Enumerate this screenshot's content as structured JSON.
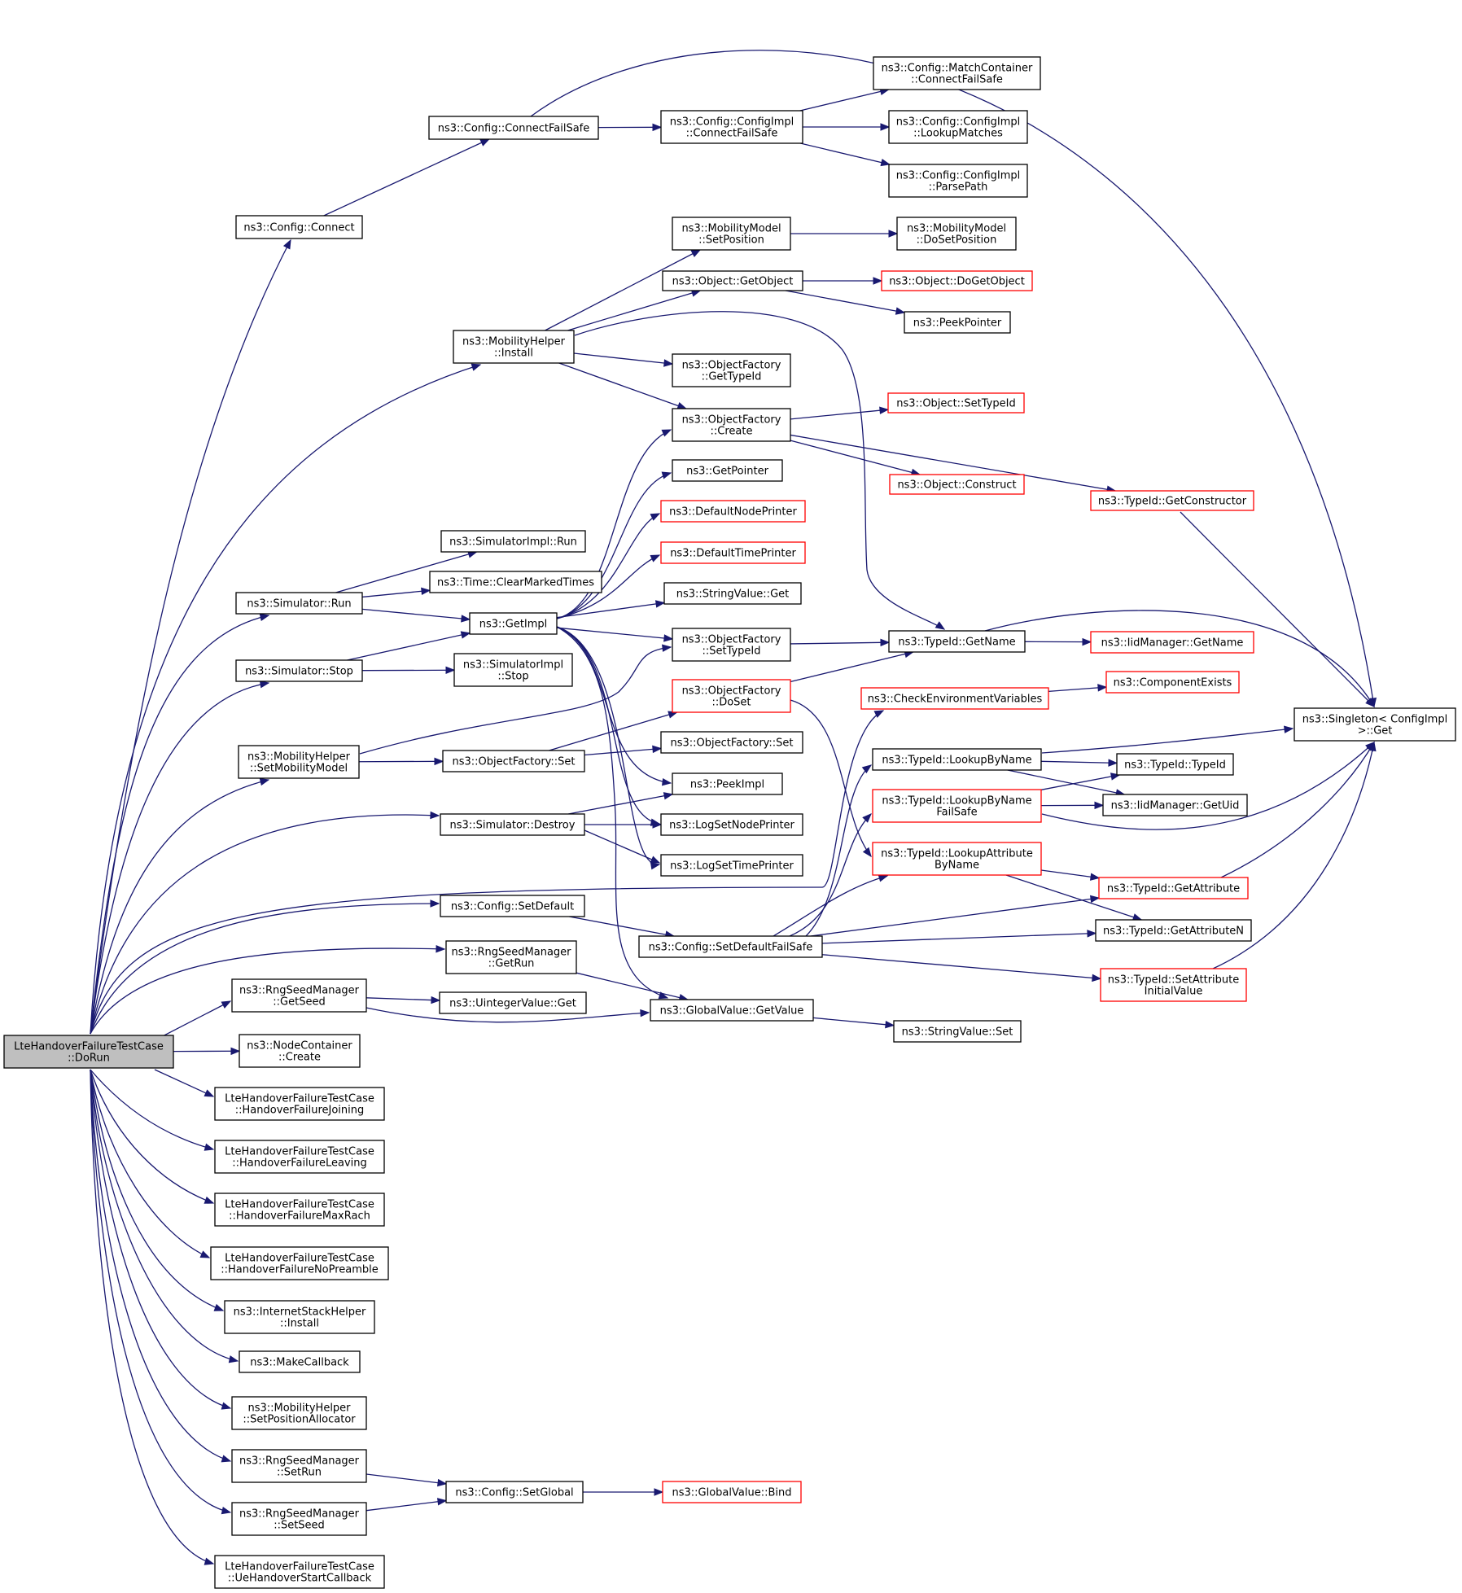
{
  "diagram": {
    "type": "call-graph",
    "colors": {
      "edge": "#191970",
      "incomplete_node_border": "#ff0000",
      "node_border": "#000000",
      "root_fill": "#bfbfbf"
    },
    "nodes": [
      {
        "id": "root",
        "lines": [
          "LteHandoverFailureTestCase",
          "::DoRun"
        ],
        "style": "root"
      },
      {
        "id": "cfg_connect",
        "lines": [
          "ns3::Config::Connect"
        ]
      },
      {
        "id": "cfg_connectfs",
        "lines": [
          "ns3::Config::ConnectFailSafe"
        ]
      },
      {
        "id": "cfgimpl_connectfs",
        "lines": [
          "ns3::Config::ConfigImpl",
          "::ConnectFailSafe"
        ]
      },
      {
        "id": "matchcont",
        "lines": [
          "ns3::Config::MatchContainer",
          "::ConnectFailSafe"
        ]
      },
      {
        "id": "cfgimpl_lookup",
        "lines": [
          "ns3::Config::ConfigImpl",
          "::LookupMatches"
        ]
      },
      {
        "id": "cfgimpl_parse",
        "lines": [
          "ns3::Config::ConfigImpl",
          "::ParsePath"
        ]
      },
      {
        "id": "singleton_get",
        "lines": [
          "ns3::Singleton< ConfigImpl",
          ">::Get"
        ]
      },
      {
        "id": "mobmodel_setpos",
        "lines": [
          "ns3::MobilityModel",
          "::SetPosition"
        ]
      },
      {
        "id": "mobmodel_dosetpos",
        "lines": [
          "ns3::MobilityModel",
          "::DoSetPosition"
        ]
      },
      {
        "id": "obj_getobject",
        "lines": [
          "ns3::Object::GetObject"
        ]
      },
      {
        "id": "obj_dogetobject",
        "lines": [
          "ns3::Object::DoGetObject"
        ],
        "style": "red"
      },
      {
        "id": "peekpointer",
        "lines": [
          "ns3::PeekPointer"
        ]
      },
      {
        "id": "mobhelper_install",
        "lines": [
          "ns3::MobilityHelper",
          "::Install"
        ]
      },
      {
        "id": "objfac_gettypeid",
        "lines": [
          "ns3::ObjectFactory",
          "::GetTypeId"
        ]
      },
      {
        "id": "objfac_create",
        "lines": [
          "ns3::ObjectFactory",
          "::Create"
        ]
      },
      {
        "id": "obj_settypeid",
        "lines": [
          "ns3::Object::SetTypeId"
        ],
        "style": "red"
      },
      {
        "id": "getpointer",
        "lines": [
          "ns3::GetPointer"
        ]
      },
      {
        "id": "obj_construct",
        "lines": [
          "ns3::Object::Construct"
        ],
        "style": "red"
      },
      {
        "id": "typeid_getctor",
        "lines": [
          "ns3::TypeId::GetConstructor"
        ],
        "style": "red"
      },
      {
        "id": "defnodeprinter",
        "lines": [
          "ns3::DefaultNodePrinter"
        ],
        "style": "red"
      },
      {
        "id": "simimpl_run",
        "lines": [
          "ns3::SimulatorImpl::Run"
        ]
      },
      {
        "id": "deftimeprinter",
        "lines": [
          "ns3::DefaultTimePrinter"
        ],
        "style": "red"
      },
      {
        "id": "time_clear",
        "lines": [
          "ns3::Time::ClearMarkedTimes"
        ]
      },
      {
        "id": "sim_run",
        "lines": [
          "ns3::Simulator::Run"
        ]
      },
      {
        "id": "strval_get",
        "lines": [
          "ns3::StringValue::Get"
        ]
      },
      {
        "id": "getimpl",
        "lines": [
          "ns3::GetImpl"
        ]
      },
      {
        "id": "objfac_settypeid",
        "lines": [
          "ns3::ObjectFactory",
          "::SetTypeId"
        ]
      },
      {
        "id": "typeid_getname",
        "lines": [
          "ns3::TypeId::GetName"
        ]
      },
      {
        "id": "iidmgr_getname",
        "lines": [
          "ns3::IidManager::GetName"
        ],
        "style": "red"
      },
      {
        "id": "simimpl_stop",
        "lines": [
          "ns3::SimulatorImpl",
          "::Stop"
        ]
      },
      {
        "id": "sim_stop",
        "lines": [
          "ns3::Simulator::Stop"
        ]
      },
      {
        "id": "componentexists",
        "lines": [
          "ns3::ComponentExists"
        ],
        "style": "red"
      },
      {
        "id": "objfac_doset",
        "lines": [
          "ns3::ObjectFactory",
          "::DoSet"
        ],
        "style": "red"
      },
      {
        "id": "checkenv",
        "lines": [
          "ns3::CheckEnvironmentVariables"
        ],
        "style": "red"
      },
      {
        "id": "mobhelper_setmob",
        "lines": [
          "ns3::MobilityHelper",
          "::SetMobilityModel"
        ]
      },
      {
        "id": "objfac_set2",
        "lines": [
          "ns3::ObjectFactory::Set"
        ]
      },
      {
        "id": "typeid_lookupbyname",
        "lines": [
          "ns3::TypeId::LookupByName"
        ]
      },
      {
        "id": "objfac_set1",
        "lines": [
          "ns3::ObjectFactory::Set"
        ]
      },
      {
        "id": "typeid_typeid",
        "lines": [
          "ns3::TypeId::TypeId"
        ]
      },
      {
        "id": "peekimpl",
        "lines": [
          "ns3::PeekImpl"
        ]
      },
      {
        "id": "typeid_lookupfs",
        "lines": [
          "ns3::TypeId::LookupByName",
          "FailSafe"
        ],
        "style": "red"
      },
      {
        "id": "iidmgr_getuid",
        "lines": [
          "ns3::IidManager::GetUid"
        ]
      },
      {
        "id": "sim_destroy",
        "lines": [
          "ns3::Simulator::Destroy"
        ]
      },
      {
        "id": "logsetnode",
        "lines": [
          "ns3::LogSetNodePrinter"
        ]
      },
      {
        "id": "typeid_lookupattr",
        "lines": [
          "ns3::TypeId::LookupAttribute",
          "ByName"
        ],
        "style": "red"
      },
      {
        "id": "logsettime",
        "lines": [
          "ns3::LogSetTimePrinter"
        ]
      },
      {
        "id": "typeid_getattr",
        "lines": [
          "ns3::TypeId::GetAttribute"
        ],
        "style": "red"
      },
      {
        "id": "cfg_setdefault",
        "lines": [
          "ns3::Config::SetDefault"
        ]
      },
      {
        "id": "cfg_setdefaultfs",
        "lines": [
          "ns3::Config::SetDefaultFailSafe"
        ]
      },
      {
        "id": "typeid_getattrn",
        "lines": [
          "ns3::TypeId::GetAttributeN"
        ]
      },
      {
        "id": "rng_getrun",
        "lines": [
          "ns3::RngSeedManager",
          "::GetRun"
        ]
      },
      {
        "id": "typeid_setattrinit",
        "lines": [
          "ns3::TypeId::SetAttribute",
          "InitialValue"
        ],
        "style": "red"
      },
      {
        "id": "rng_getseed",
        "lines": [
          "ns3::RngSeedManager",
          "::GetSeed"
        ]
      },
      {
        "id": "uintval_get",
        "lines": [
          "ns3::UintegerValue::Get"
        ]
      },
      {
        "id": "gv_getvalue",
        "lines": [
          "ns3::GlobalValue::GetValue"
        ]
      },
      {
        "id": "strval_set",
        "lines": [
          "ns3::StringValue::Set"
        ]
      },
      {
        "id": "nodecont_create",
        "lines": [
          "ns3::NodeContainer",
          "::Create"
        ]
      },
      {
        "id": "hf_joining",
        "lines": [
          "LteHandoverFailureTestCase",
          "::HandoverFailureJoining"
        ]
      },
      {
        "id": "hf_leaving",
        "lines": [
          "LteHandoverFailureTestCase",
          "::HandoverFailureLeaving"
        ]
      },
      {
        "id": "hf_maxrach",
        "lines": [
          "LteHandoverFailureTestCase",
          "::HandoverFailureMaxRach"
        ]
      },
      {
        "id": "hf_nopreamble",
        "lines": [
          "LteHandoverFailureTestCase",
          "::HandoverFailureNoPreamble"
        ]
      },
      {
        "id": "inet_install",
        "lines": [
          "ns3::InternetStackHelper",
          "::Install"
        ]
      },
      {
        "id": "makecallback",
        "lines": [
          "ns3::MakeCallback"
        ]
      },
      {
        "id": "mobhelper_setposalloc",
        "lines": [
          "ns3::MobilityHelper",
          "::SetPositionAllocator"
        ]
      },
      {
        "id": "rng_setrun",
        "lines": [
          "ns3::RngSeedManager",
          "::SetRun"
        ]
      },
      {
        "id": "cfg_setglobal",
        "lines": [
          "ns3::Config::SetGlobal"
        ]
      },
      {
        "id": "gv_bind",
        "lines": [
          "ns3::GlobalValue::Bind"
        ],
        "style": "red"
      },
      {
        "id": "rng_setseed",
        "lines": [
          "ns3::RngSeedManager",
          "::SetSeed"
        ]
      },
      {
        "id": "ue_hostart",
        "lines": [
          "LteHandoverFailureTestCase",
          "::UeHandoverStartCallback"
        ]
      }
    ],
    "edges": [
      [
        "root",
        "cfg_connect"
      ],
      [
        "root",
        "mobhelper_install"
      ],
      [
        "root",
        "sim_run"
      ],
      [
        "root",
        "sim_stop"
      ],
      [
        "root",
        "mobhelper_setmob"
      ],
      [
        "root",
        "sim_destroy"
      ],
      [
        "root",
        "checkenv"
      ],
      [
        "root",
        "cfg_setdefault"
      ],
      [
        "root",
        "rng_getrun"
      ],
      [
        "root",
        "rng_getseed"
      ],
      [
        "root",
        "nodecont_create"
      ],
      [
        "root",
        "hf_joining"
      ],
      [
        "root",
        "hf_leaving"
      ],
      [
        "root",
        "hf_maxrach"
      ],
      [
        "root",
        "hf_nopreamble"
      ],
      [
        "root",
        "inet_install"
      ],
      [
        "root",
        "makecallback"
      ],
      [
        "root",
        "mobhelper_setposalloc"
      ],
      [
        "root",
        "rng_setrun"
      ],
      [
        "root",
        "rng_setseed"
      ],
      [
        "root",
        "ue_hostart"
      ],
      [
        "cfg_connect",
        "cfg_connectfs"
      ],
      [
        "cfg_connectfs",
        "cfgimpl_connectfs"
      ],
      [
        "cfg_connectfs",
        "singleton_get"
      ],
      [
        "cfgimpl_connectfs",
        "matchcont"
      ],
      [
        "cfgimpl_connectfs",
        "cfgimpl_lookup"
      ],
      [
        "cfgimpl_connectfs",
        "cfgimpl_parse"
      ],
      [
        "mobhelper_install",
        "mobmodel_setpos"
      ],
      [
        "mobhelper_install",
        "obj_getobject"
      ],
      [
        "mobhelper_install",
        "typeid_getname"
      ],
      [
        "mobhelper_install",
        "objfac_gettypeid"
      ],
      [
        "mobhelper_install",
        "objfac_create"
      ],
      [
        "mobmodel_setpos",
        "mobmodel_dosetpos"
      ],
      [
        "obj_getobject",
        "obj_dogetobject"
      ],
      [
        "obj_getobject",
        "peekpointer"
      ],
      [
        "objfac_create",
        "obj_settypeid"
      ],
      [
        "objfac_create",
        "obj_construct"
      ],
      [
        "objfac_create",
        "typeid_getctor"
      ],
      [
        "typeid_getctor",
        "singleton_get"
      ],
      [
        "sim_run",
        "simimpl_run"
      ],
      [
        "sim_run",
        "time_clear"
      ],
      [
        "sim_run",
        "getimpl"
      ],
      [
        "sim_stop",
        "getimpl"
      ],
      [
        "sim_stop",
        "simimpl_stop"
      ],
      [
        "getimpl",
        "objfac_create"
      ],
      [
        "getimpl",
        "getpointer"
      ],
      [
        "getimpl",
        "defnodeprinter"
      ],
      [
        "getimpl",
        "deftimeprinter"
      ],
      [
        "getimpl",
        "strval_get"
      ],
      [
        "getimpl",
        "objfac_settypeid"
      ],
      [
        "getimpl",
        "peekimpl"
      ],
      [
        "getimpl",
        "logsetnode"
      ],
      [
        "getimpl",
        "logsettime"
      ],
      [
        "getimpl",
        "gv_getvalue"
      ],
      [
        "objfac_settypeid",
        "typeid_getname"
      ],
      [
        "typeid_getname",
        "iidmgr_getname"
      ],
      [
        "typeid_getname",
        "singleton_get"
      ],
      [
        "mobhelper_setmob",
        "objfac_settypeid"
      ],
      [
        "mobhelper_setmob",
        "objfac_set2"
      ],
      [
        "objfac_set2",
        "objfac_doset"
      ],
      [
        "objfac_set2",
        "objfac_set1"
      ],
      [
        "objfac_doset",
        "typeid_getname"
      ],
      [
        "objfac_doset",
        "typeid_lookupattr"
      ],
      [
        "checkenv",
        "componentexists"
      ],
      [
        "typeid_lookupbyname",
        "singleton_get"
      ],
      [
        "typeid_lookupbyname",
        "typeid_typeid"
      ],
      [
        "typeid_lookupbyname",
        "iidmgr_getuid"
      ],
      [
        "typeid_lookupfs",
        "typeid_typeid"
      ],
      [
        "typeid_lookupfs",
        "iidmgr_getuid"
      ],
      [
        "typeid_lookupfs",
        "singleton_get"
      ],
      [
        "sim_destroy",
        "peekimpl"
      ],
      [
        "sim_destroy",
        "logsetnode"
      ],
      [
        "sim_destroy",
        "logsettime"
      ],
      [
        "typeid_lookupattr",
        "typeid_getattr"
      ],
      [
        "typeid_lookupattr",
        "typeid_getattrn"
      ],
      [
        "typeid_getattr",
        "singleton_get"
      ],
      [
        "cfg_setdefault",
        "cfg_setdefaultfs"
      ],
      [
        "cfg_setdefaultfs",
        "typeid_lookupbyname"
      ],
      [
        "cfg_setdefaultfs",
        "typeid_lookupfs"
      ],
      [
        "cfg_setdefaultfs",
        "typeid_lookupattr"
      ],
      [
        "cfg_setdefaultfs",
        "typeid_getattr"
      ],
      [
        "cfg_setdefaultfs",
        "typeid_getattrn"
      ],
      [
        "cfg_setdefaultfs",
        "typeid_setattrinit"
      ],
      [
        "typeid_setattrinit",
        "singleton_get"
      ],
      [
        "rng_getrun",
        "gv_getvalue"
      ],
      [
        "rng_getseed",
        "uintval_get"
      ],
      [
        "rng_getseed",
        "gv_getvalue"
      ],
      [
        "gv_getvalue",
        "strval_set"
      ],
      [
        "rng_setrun",
        "cfg_setglobal"
      ],
      [
        "rng_setseed",
        "cfg_setglobal"
      ],
      [
        "cfg_setglobal",
        "gv_bind"
      ]
    ]
  }
}
